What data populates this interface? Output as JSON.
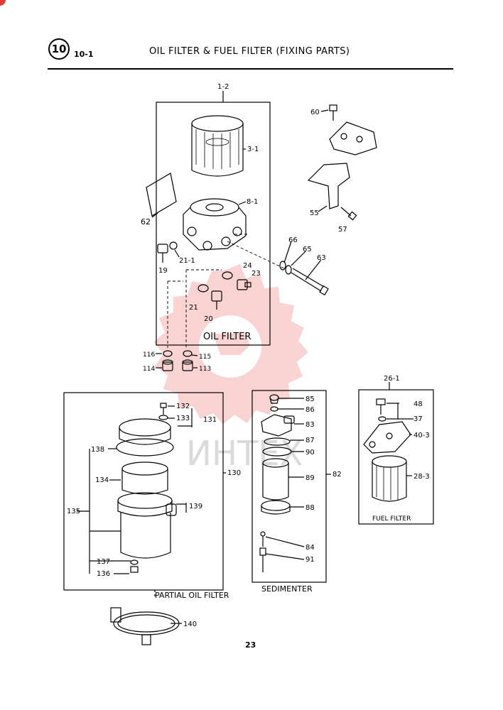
{
  "header": {
    "section_number": "10",
    "section_sub": "10-1",
    "title": "OIL FILTER & FUEL FILTER (FIXING PARTS)"
  },
  "page_number": "23",
  "watermark_text": "ИНТЕХ",
  "watermark_color": "#e53935",
  "groups": {
    "oil_filter": "OIL FILTER",
    "partial_oil_filter": "PARTIAL OIL FILTER",
    "sedimenter": "SEDIMENTER",
    "fuel_filter": "FUEL FILTER"
  },
  "callouts": {
    "c1_2": "1-2",
    "c3_1": "3-1",
    "c8_1": "8-1",
    "c62": "62",
    "c19": "19",
    "c21_1": "21-1",
    "c24": "24",
    "c23": "23",
    "c21": "21",
    "c20": "20",
    "c116": "116",
    "c115": "115",
    "c114": "114",
    "c113": "113",
    "c60": "60",
    "c55": "55",
    "c57": "57",
    "c66": "66",
    "c65": "65",
    "c63": "63",
    "c132": "132",
    "c133": "133",
    "c131": "131",
    "c138": "138",
    "c134": "134",
    "c135": "135",
    "c130": "130",
    "c139": "139",
    "c137": "137",
    "c136": "136",
    "c140": "140",
    "c85": "85",
    "c86": "86",
    "c83": "83",
    "c87": "87",
    "c90": "90",
    "c89": "89",
    "c88": "88",
    "c84": "84",
    "c91": "91",
    "c82": "82",
    "c26_1": "26-1",
    "c48": "48",
    "c37": "37",
    "c40_3": "40-3",
    "c28_3": "28-3"
  }
}
